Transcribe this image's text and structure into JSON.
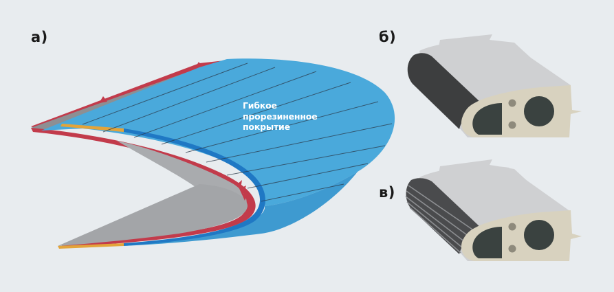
{
  "panels": {
    "a": {
      "label": "а)"
    },
    "b": {
      "label": "б)"
    },
    "c": {
      "label": "в)"
    }
  },
  "annotation": {
    "lines": [
      "Гибкое",
      "прорезиненное",
      "покрытие"
    ]
  },
  "colors": {
    "background": "#e8ecef",
    "coating_blue": "#4aa9db",
    "coating_edge": "#1f78c4",
    "base_gray": "#9a9ca0",
    "red_edge": "#c23b4b",
    "orange_strip": "#e3a43a",
    "profile_light": "#cfd0d2",
    "profile_dark": "#3d3e3f",
    "profile_cream": "#d8d2bf"
  }
}
